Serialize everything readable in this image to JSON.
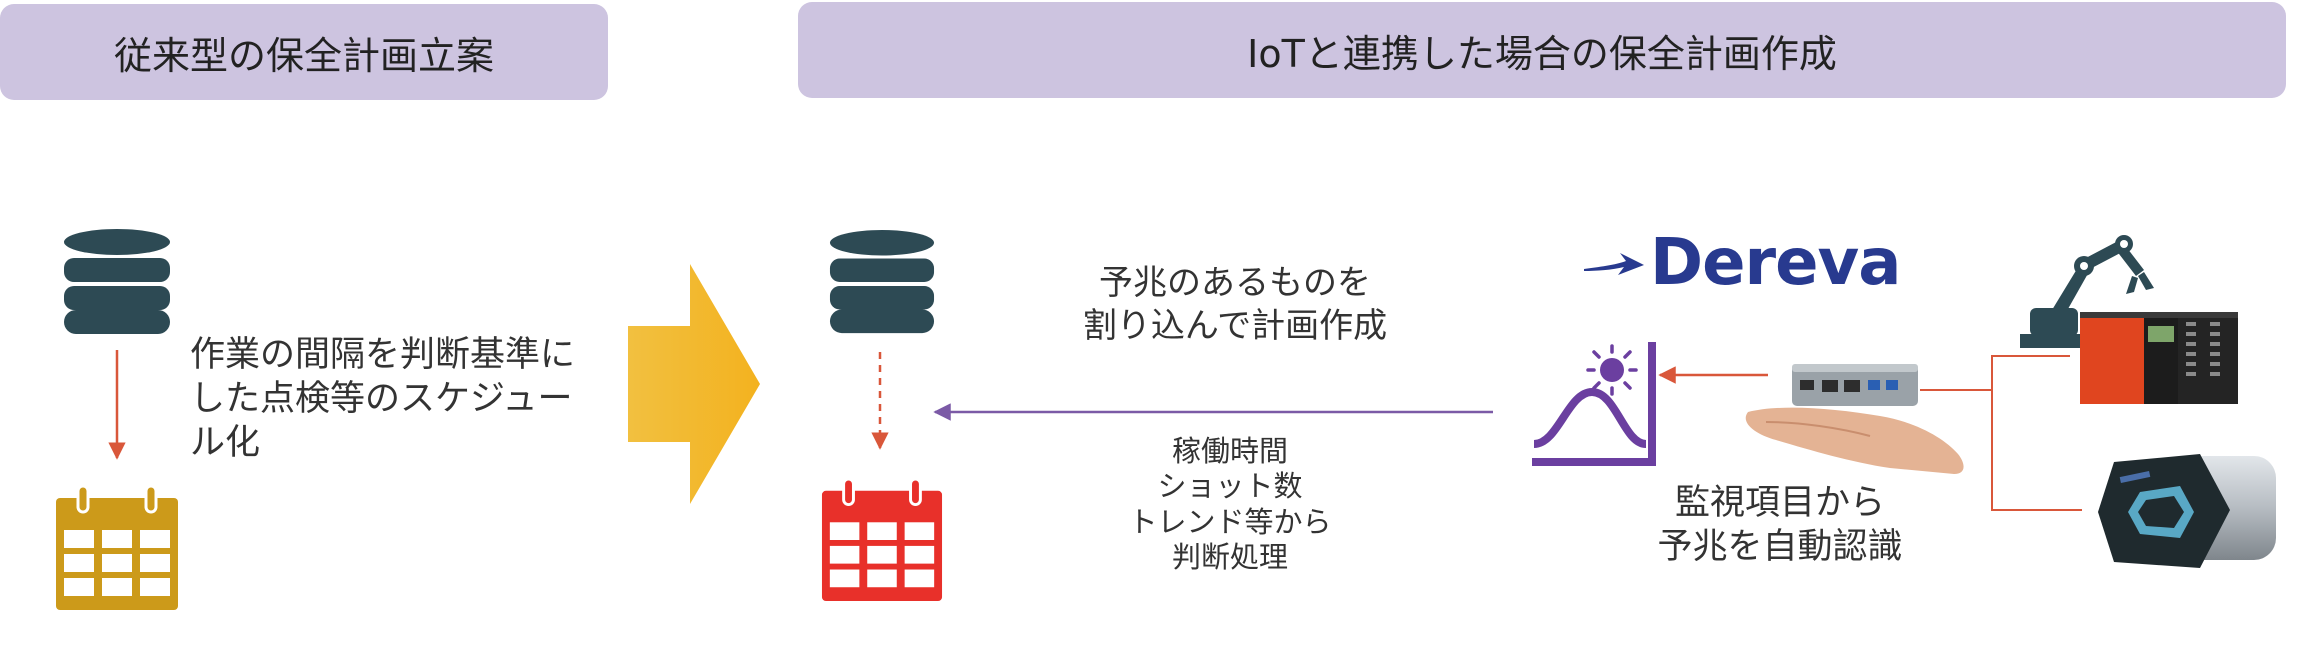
{
  "headers": {
    "left": "従来型の保全計画立案",
    "right": "IoTと連携した場合の保全計画作成"
  },
  "left_panel": {
    "description": [
      "作業の間隔を判断基準に",
      "した点検等のスケジュー",
      "ル化"
    ],
    "database_icon": "database-icon",
    "calendar_icon": "calendar-icon",
    "calendar_color": "#cc9a1a"
  },
  "transition_arrow": {
    "icon": "arrow-right-icon",
    "color": "#f4b92b"
  },
  "right_panel": {
    "top_caption": [
      "予兆のあるものを",
      "割り込んで計画作成"
    ],
    "bottom_caption": [
      "稼働時間",
      "ショット数",
      "トレンド等から",
      "判断処理"
    ],
    "logo_text": "Dereva",
    "logo_color": "#283a8f",
    "detect_caption": [
      "監視項目から",
      "予兆を自動認識"
    ],
    "calendar_color": "#e8302a",
    "database_color": "#2d4a54",
    "arrow_color": "#7b5aa6",
    "connector_color": "#d9573a"
  }
}
